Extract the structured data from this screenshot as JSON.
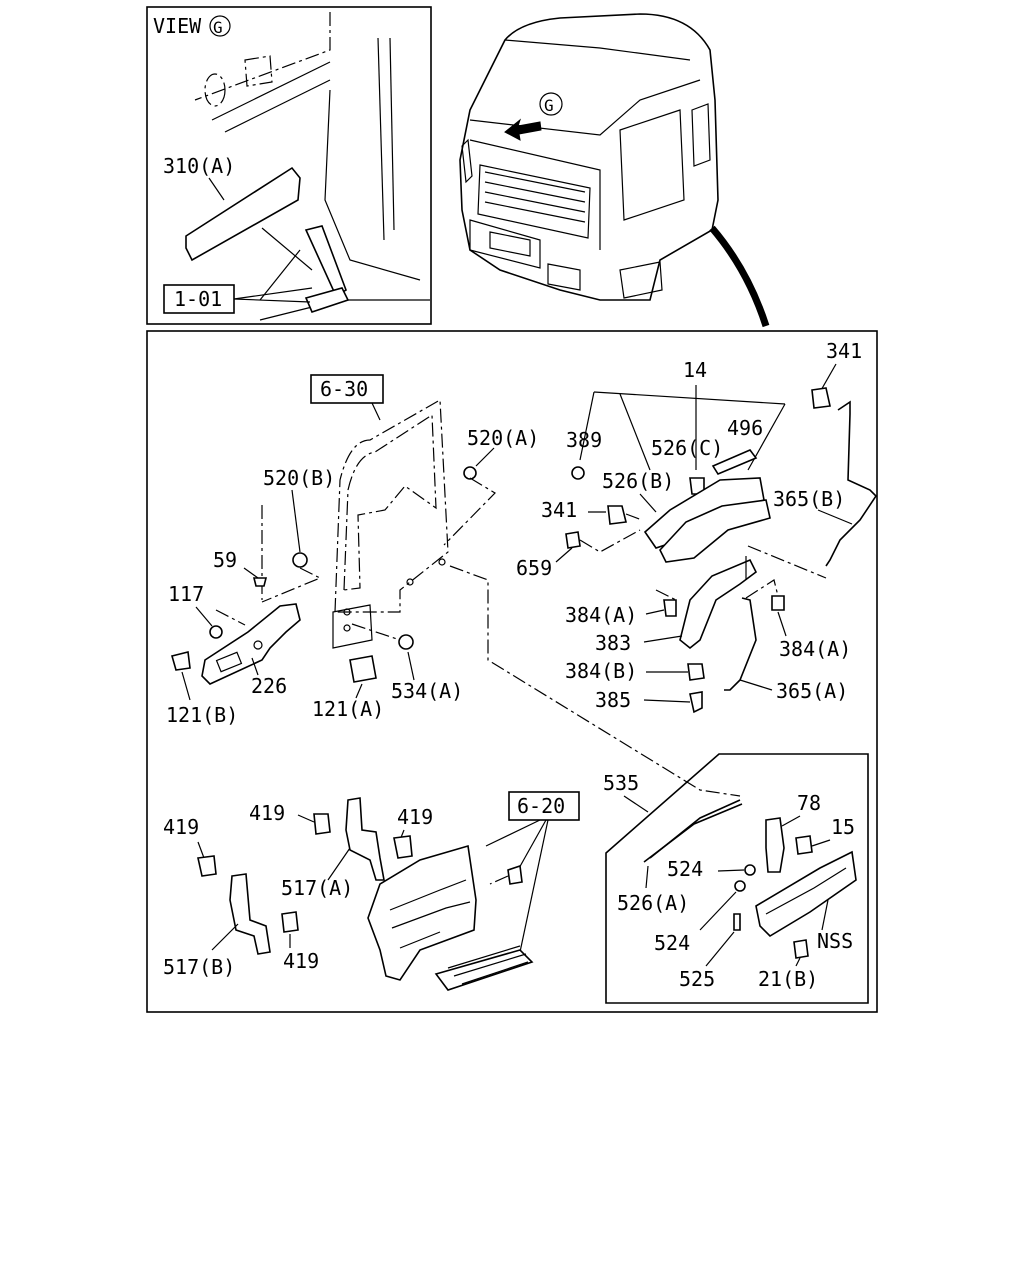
{
  "view_label": {
    "prefix": "VIEW",
    "letter": "G"
  },
  "cab_arrow_letter": "G",
  "boxed_refs": {
    "r1_01": "1-01",
    "r6_30": "6-30",
    "r6_20": "6-20"
  },
  "callouts": {
    "c310a": "310(A)",
    "c341_top": "341",
    "c14": "14",
    "c520a": "520(A)",
    "c389": "389",
    "c526c": "526(C)",
    "c496": "496",
    "c520b": "520(B)",
    "c526b": "526(B)",
    "c341_mid": "341",
    "c365b": "365(B)",
    "c59": "59",
    "c659": "659",
    "c117": "117",
    "c384a_left": "384(A)",
    "c383": "383",
    "c384a_right": "384(A)",
    "c226": "226",
    "c384b": "384(B)",
    "c534a": "534(A)",
    "c121b": "121(B)",
    "c121a": "121(A)",
    "c385": "385",
    "c365a": "365(A)",
    "c535": "535",
    "c419_a": "419",
    "c419_b": "419",
    "c419_c": "419",
    "c419_d": "419",
    "c78": "78",
    "c15": "15",
    "c524_a": "524",
    "c524_b": "524",
    "c526a": "526(A)",
    "c517a": "517(A)",
    "c517b": "517(B)",
    "c525": "525",
    "c21b": "21(B)",
    "cnss": "NSS"
  }
}
